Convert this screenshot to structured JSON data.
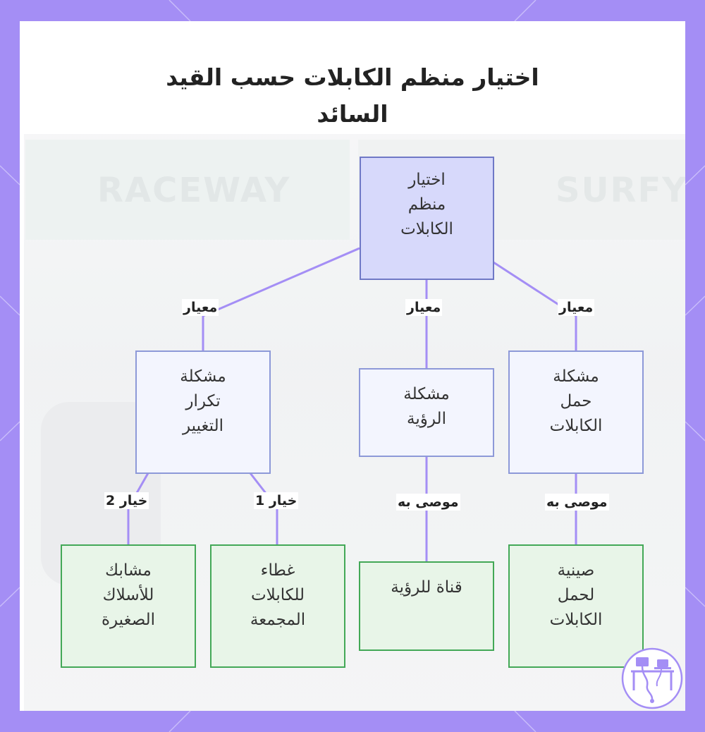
{
  "title": {
    "line1": "اختيار منظم الكابلات حسب القيد",
    "line2": "السائد"
  },
  "background": {
    "banner_text": "RACEWAY",
    "banner_text_2": "SURFY"
  },
  "colors": {
    "frame": "#a48ef5",
    "root_fill": "#d7d9fb",
    "issue_fill": "#f3f5fe",
    "leaf_fill": "#e8f5e8",
    "leaf_border": "#43a857",
    "edge": "#a48ef5"
  },
  "nodes": {
    "root": "اختيار\nمنظم\nالكابلات",
    "issue_change": "مشكلة\nتكرار\nالتغيير",
    "issue_visibility": "مشكلة\nالرؤية",
    "issue_load": "مشكلة\nحمل\nالكابلات",
    "leaf_small_clips": "مشابك\nللأسلاك\nالصغيرة",
    "leaf_cover": "غطاء\nللكابلات\nالمجمعة",
    "leaf_visibility_channel": "قناة للرؤية",
    "leaf_tray": "صينية\nلحمل\nالكابلات"
  },
  "edge_labels": {
    "criterion_left": "معيار",
    "criterion_mid": "معيار",
    "criterion_right": "معيار",
    "option_2": "خيار 2",
    "option_1": "خيار 1",
    "recommended_mid": "موصى به",
    "recommended_right": "موصى به"
  },
  "icons": {
    "logo": "desk-workstation-logo-icon"
  }
}
